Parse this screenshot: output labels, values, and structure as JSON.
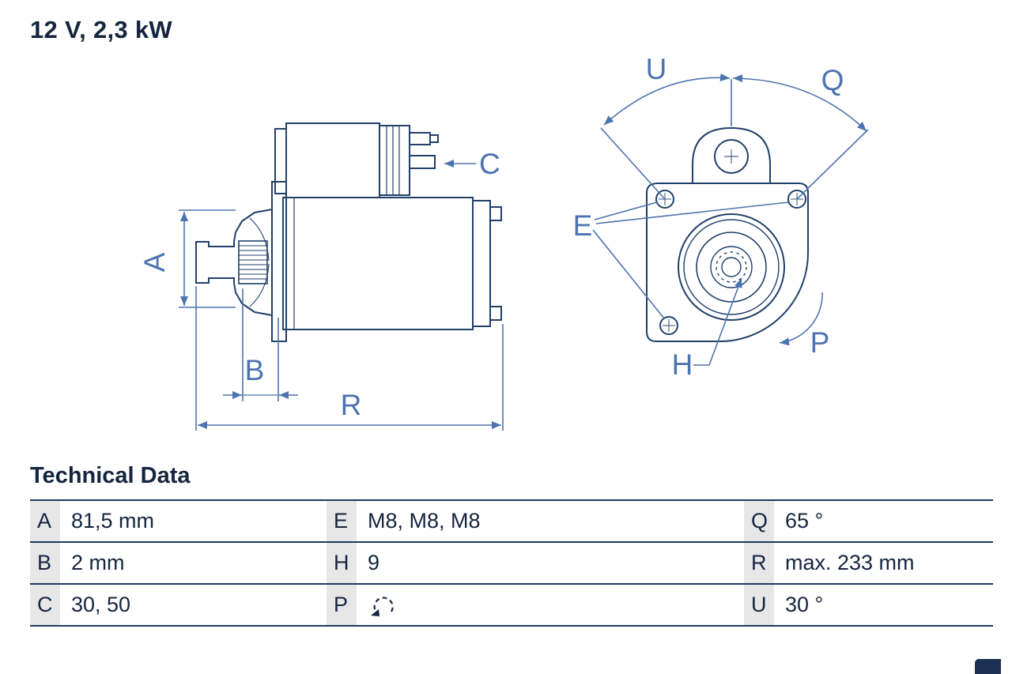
{
  "title": "12 V, 2,3 kW",
  "technical_data": {
    "heading": "Technical Data",
    "rows": [
      {
        "cells": [
          {
            "label": "A",
            "value": "81,5 mm"
          },
          {
            "label": "E",
            "value": "M8, M8, M8"
          },
          {
            "label": "Q",
            "value": "65 °"
          }
        ]
      },
      {
        "cells": [
          {
            "label": "B",
            "value": "2 mm"
          },
          {
            "label": "H",
            "value": "9"
          },
          {
            "label": "R",
            "value": "max. 233 mm"
          }
        ]
      },
      {
        "cells": [
          {
            "label": "C",
            "value": "30, 50"
          },
          {
            "label": "P",
            "value": "",
            "icon": "rotation-direction-icon"
          },
          {
            "label": "U",
            "value": "30 °"
          }
        ]
      }
    ]
  },
  "diagram": {
    "labels": {
      "A": "A",
      "B": "B",
      "C": "C",
      "E": "E",
      "H": "H",
      "P": "P",
      "Q": "Q",
      "R": "R",
      "U": "U"
    }
  },
  "colors": {
    "outline_navy": "#20406a",
    "dimension_blue": "#4d74ae",
    "text_dark": "#15253f",
    "label_cell_bg": "#e7e7e7",
    "table_border": "#1f3a5f",
    "brand_mark_navy": "#1b2f52"
  }
}
